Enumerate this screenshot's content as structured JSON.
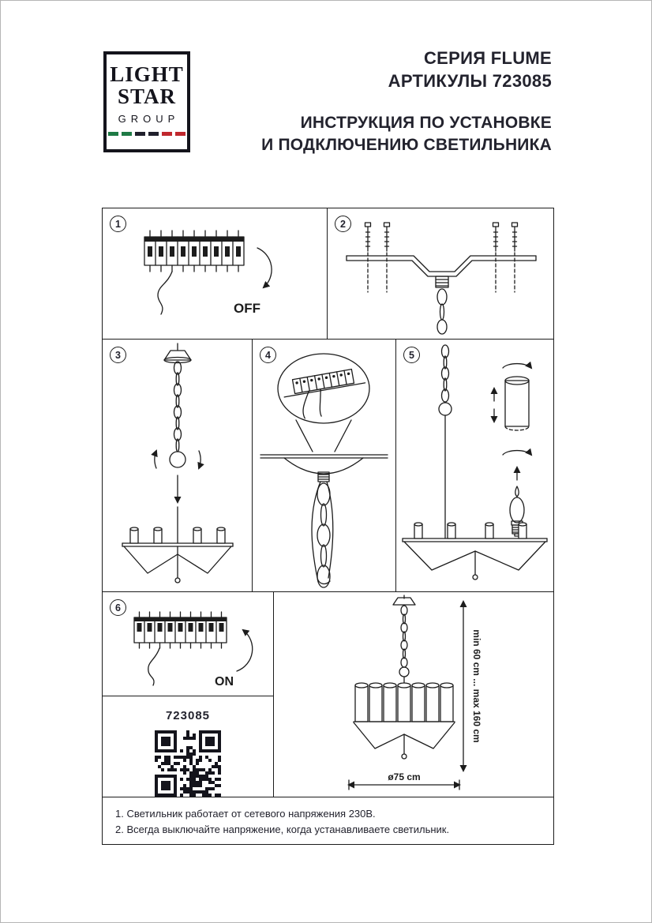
{
  "page": {
    "background": "#ffffff",
    "border_color": "#b5b5b5",
    "line_color": "#1c1c1c",
    "text_color": "#23232e"
  },
  "logo": {
    "line1": "LIGHT",
    "line2": "STAR",
    "line3": "GROUP",
    "flag_colors": [
      "#1e7a45",
      "#1e7a45",
      "#20202c",
      "#20202c",
      "#c0272d",
      "#c0272d"
    ]
  },
  "header": {
    "series": "СЕРИЯ FLUME",
    "articles": "АРТИКУЛЫ 723085",
    "title_line1": "ИНСТРУКЦИЯ ПО УСТАНОВКЕ",
    "title_line2": "И ПОДКЛЮЧЕНИЮ СВЕТИЛЬНИКА"
  },
  "steps": {
    "s1": {
      "number": "1",
      "label": "OFF"
    },
    "s2": {
      "number": "2"
    },
    "s3": {
      "number": "3"
    },
    "s4": {
      "number": "4"
    },
    "s5": {
      "number": "5"
    },
    "s6": {
      "number": "6",
      "label": "ON"
    }
  },
  "article": {
    "code": "723085"
  },
  "dimensions": {
    "height": "min 60 cm ... max 160 cm",
    "diameter": "ø75 cm"
  },
  "footer": {
    "line1": "1. Светильник работает от сетевого напряжения 230В.",
    "line2": "2. Всегда выключайте напряжение, когда устанавливаете светильник."
  }
}
